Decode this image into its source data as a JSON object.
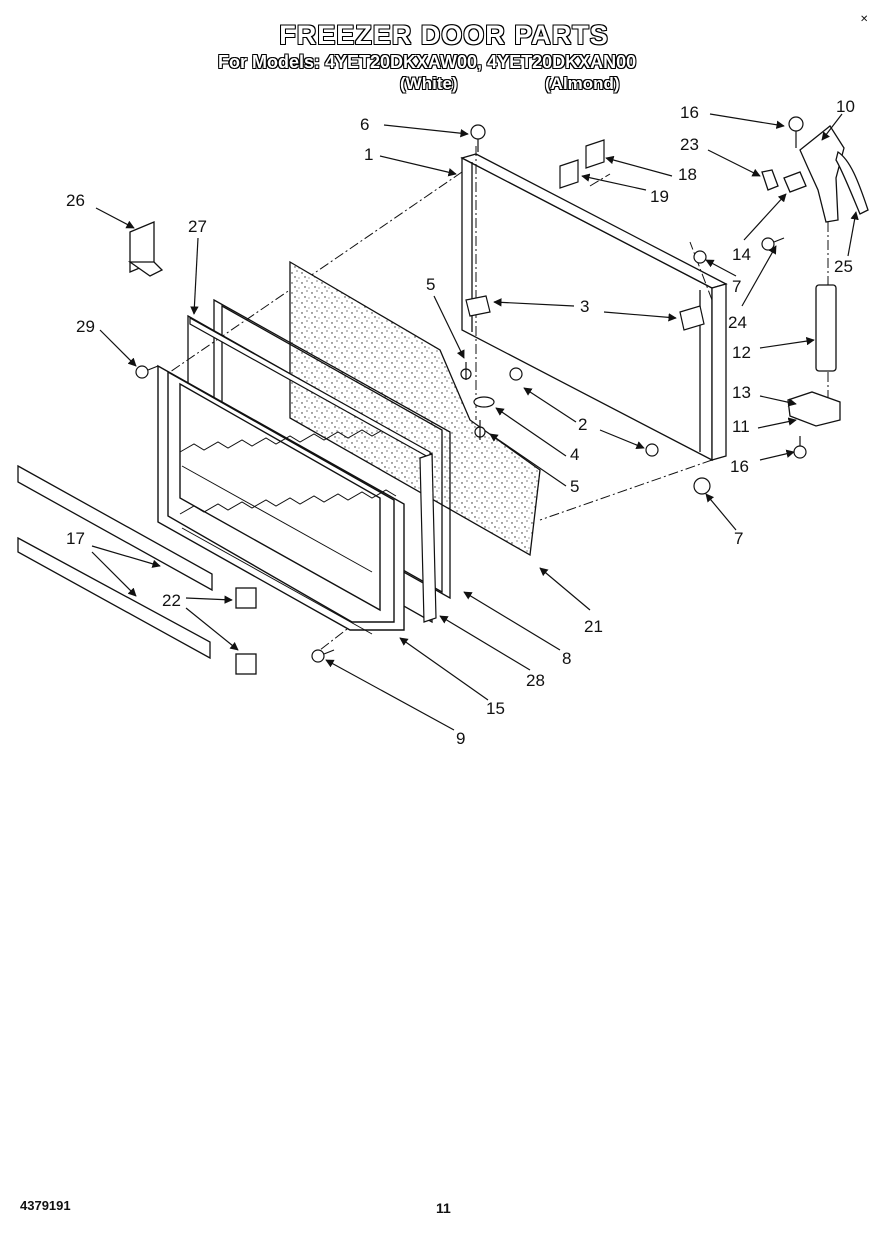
{
  "header": {
    "title": "FREEZER DOOR PARTS",
    "models_line": "For Models: 4YET20DKXAW00, 4YET20DKXAN00",
    "variant_white": "(White)",
    "variant_almond": "(Almond)"
  },
  "callouts": {
    "n1": "1",
    "n2": "2",
    "n3": "3",
    "n4": "4",
    "n5a": "5",
    "n5b": "5",
    "n6": "6",
    "n7a": "7",
    "n7b": "7",
    "n8": "8",
    "n9": "9",
    "n10": "10",
    "n11": "11",
    "n12": "12",
    "n13": "13",
    "n14": "14",
    "n15": "15",
    "n16a": "16",
    "n16b": "16",
    "n17": "17",
    "n18": "18",
    "n19": "19",
    "n21": "21",
    "n22": "22",
    "n23": "23",
    "n24": "24",
    "n25": "25",
    "n26": "26",
    "n27": "27",
    "n28": "28",
    "n29": "29"
  },
  "footer": {
    "part_number": "4379191",
    "page_number": "11"
  }
}
